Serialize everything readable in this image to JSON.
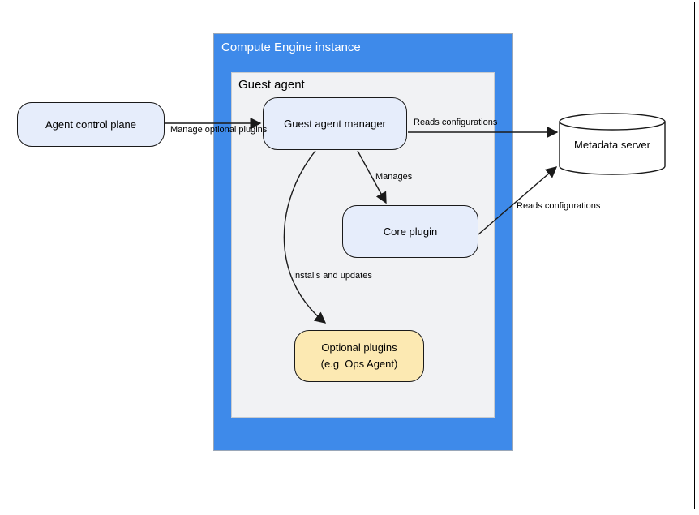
{
  "diagram": {
    "containers": {
      "compute_engine": {
        "title": "Compute Engine instance"
      },
      "guest_agent": {
        "title": "Guest agent"
      }
    },
    "nodes": {
      "agent_control_plane": {
        "label": "Agent control plane"
      },
      "guest_agent_manager": {
        "label": "Guest agent manager"
      },
      "core_plugin": {
        "label": "Core plugin"
      },
      "optional_plugins": {
        "label_line1": "Optional plugins",
        "label_line2": "(e.g  Ops Agent)"
      },
      "metadata_server": {
        "label": "Metadata server"
      }
    },
    "edges": {
      "manage_optional_plugins": {
        "label": "Manage optional plugins",
        "from": "agent_control_plane",
        "to": "guest_agent_manager"
      },
      "gam_reads_configurations": {
        "label": "Reads configurations",
        "from": "guest_agent_manager",
        "to": "metadata_server"
      },
      "manages": {
        "label": "Manages",
        "from": "guest_agent_manager",
        "to": "core_plugin"
      },
      "core_reads_configurations": {
        "label": "Reads configurations",
        "from": "core_plugin",
        "to": "metadata_server"
      },
      "installs_and_updates": {
        "label": "Installs and updates",
        "from": "guest_agent_manager",
        "to": "optional_plugins"
      }
    },
    "colors": {
      "container_blue": "#3E8AEA",
      "container_gray": "#F1F2F4",
      "node_blue": "#E6EDFB",
      "node_yellow": "#FCE9B2",
      "stroke": "#1A1A1A"
    }
  }
}
